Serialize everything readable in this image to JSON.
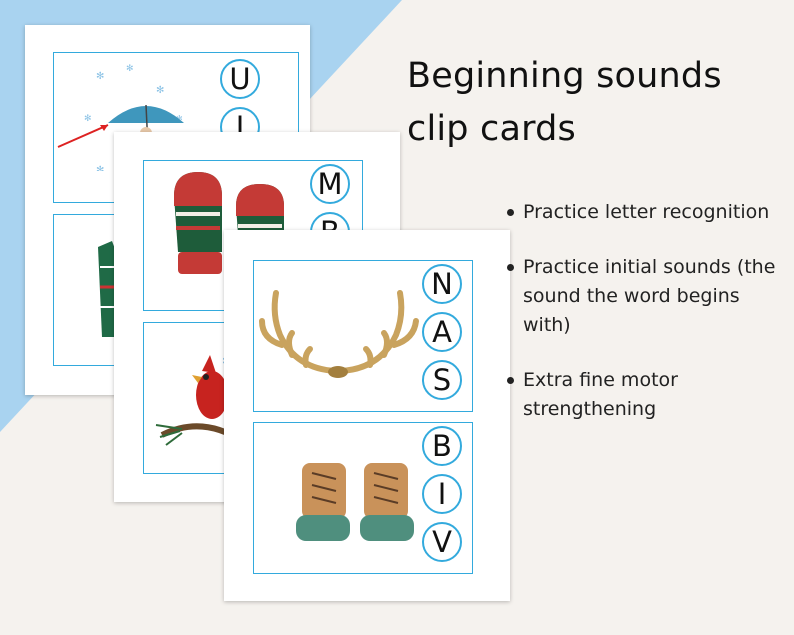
{
  "title": "Beginning  sounds clip cards",
  "bullets": [
    "Practice letter recognition",
    "Practice initial sounds (the sound the word begins with)",
    "Extra fine motor strengthening"
  ],
  "colors": {
    "accent_blue": "#33aadd",
    "corner_blue": "#a9d3f0",
    "background": "#f5f2ee"
  },
  "cards": {
    "back": {
      "top": {
        "picture": "child-with-umbrella",
        "letters": [
          "U",
          "J"
        ]
      },
      "bottom": {
        "picture": "sweater"
      }
    },
    "middle": {
      "top": {
        "picture": "mittens",
        "letters": [
          "M",
          "B"
        ]
      },
      "bottom": {
        "picture": "cardinal-bird"
      }
    },
    "front": {
      "top": {
        "picture": "antlers",
        "letters": [
          "N",
          "A",
          "S"
        ]
      },
      "bottom": {
        "picture": "boots",
        "letters": [
          "B",
          "I",
          "V"
        ]
      }
    }
  }
}
